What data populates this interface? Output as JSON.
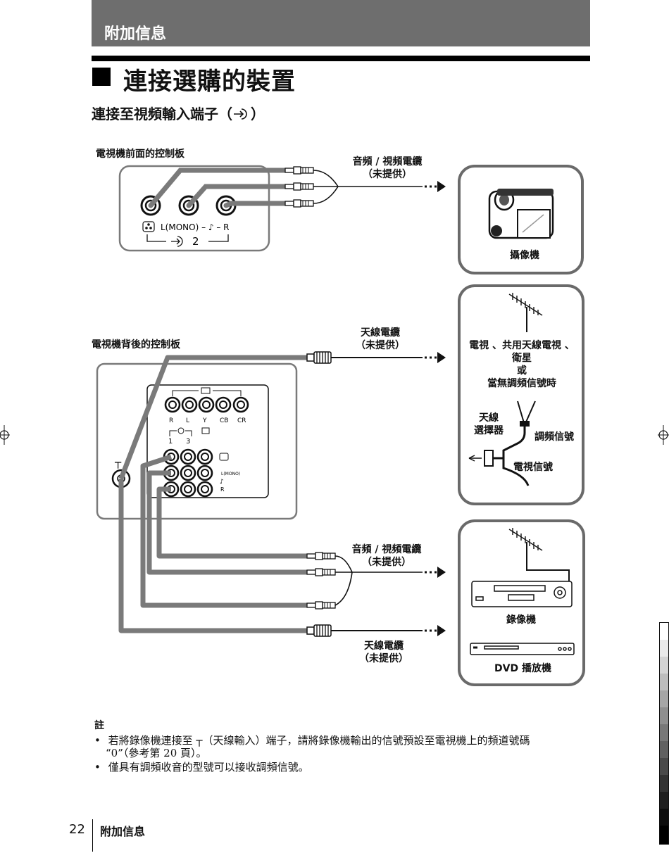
{
  "header": {
    "section": "附加信息"
  },
  "title": "連接選購的裝置",
  "subtitle": "連接至視頻輸入端子（",
  "subtitle_end": "）",
  "front": {
    "panel_label": "電視機前面的控制板",
    "jack_caption": "L(MONO) – ♪ – R",
    "input_caption": "2"
  },
  "cable_av_1": {
    "line1": "音頻 / 視頻電纜",
    "line2": "（未提供）"
  },
  "camcorder_label": "攝像機",
  "rear": {
    "panel_label": "電視機背後的控制板",
    "component_labels": [
      "R",
      "L",
      "Y",
      "CB",
      "CR"
    ],
    "input_numbers": [
      "1",
      "3"
    ],
    "side_labels": [
      "L(MONO)",
      "♪",
      "R"
    ]
  },
  "cable_ant_1": {
    "line1": "天線電纜",
    "line2": "（未提供）"
  },
  "antenna_box": {
    "line1": "電視 、共用天線電視 、",
    "line2": "衛星",
    "line3": "或",
    "line4": "當無調頻信號時",
    "selector_line1": "天線",
    "selector_line2": "選擇器",
    "fm_signal": "調頻信號",
    "tv_signal": "電視信號"
  },
  "cable_av_2": {
    "line1": "音頻 / 視頻電纜",
    "line2": "（未提供）"
  },
  "cable_ant_2": {
    "line1": "天線電纜",
    "line2": "（未提供）"
  },
  "vcr_label": "錄像機",
  "dvd_label": "DVD 播放機",
  "notes": {
    "heading": "註",
    "items": [
      "若將錄像機連接至 ┬（天線輸入）端子，請將錄像機輸出的信號預設至電視機上的頻道號碼",
      "“0”（參考第 20 頁）。",
      "僅具有調頻收音的型號可以接收調頻信號。"
    ],
    "bullet": "•"
  },
  "footer": {
    "page_number": "22",
    "section": "附加信息"
  },
  "colors": {
    "header_gray": "#6e6e6e",
    "cable_gray": "#7a7a7a",
    "box_border": "#6a6a6a"
  }
}
